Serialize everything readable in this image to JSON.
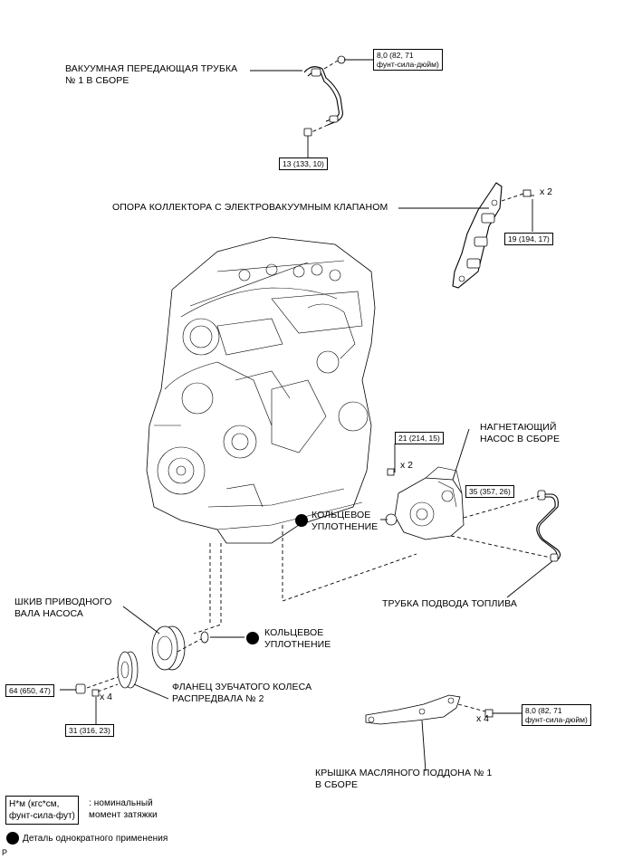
{
  "labels": {
    "vacuum_tube": [
      "ВАКУУМНАЯ ПЕРЕДАЮЩАЯ ТРУБКА",
      "№ 1 В СБОРЕ"
    ],
    "manifold_support": "ОПОРА КОЛЛЕКТОРА С ЭЛЕКТРОВАКУУМНЫМ КЛАПАНОМ",
    "pump": [
      "НАГНЕТАЮЩИЙ",
      "НАСОС В СБОРЕ"
    ],
    "oring_1": [
      "КОЛЬЦЕВОЕ",
      "УПЛОТНЕНИЕ"
    ],
    "fuel_pipe": "ТРУБКА ПОДВОДА ТОПЛИВА",
    "pulley": [
      "ШКИВ ПРИВОДНОГО",
      "ВАЛА НАСОСА"
    ],
    "oring_2": [
      "КОЛЬЦЕВОЕ",
      "УПЛОТНЕНИЕ"
    ],
    "flange": [
      "ФЛАНЕЦ ЗУБЧАТОГО КОЛЕСА",
      "РАСПРЕДВАЛА № 2"
    ],
    "oil_pan_cover": [
      "КРЫШКА МАСЛЯНОГО ПОДДОНА № 1",
      "В СБОРЕ"
    ]
  },
  "torques": {
    "t1": [
      "8,0 (82, 71",
      "фунт-сила-дюйм)"
    ],
    "t2": "13 (133, 10)",
    "t3": "19 (194, 17)",
    "t4": "21 (214, 15)",
    "t5": "35 (357, 26)",
    "t6": "64 (650, 47)",
    "t7": "31 (316, 23)",
    "t8": [
      "8,0 (82, 71",
      "фунт-сила-дюйм)"
    ]
  },
  "multipliers": {
    "m1": "x 2",
    "m2": "x 2",
    "m3": "x 4",
    "m4": "x 4"
  },
  "legend": {
    "unit_box": [
      "Н*м (кгс*см,",
      "фунт-сила-фут)"
    ],
    "unit_desc": [
      ": номинальный",
      "момент затяжки"
    ],
    "non_reusable": "Деталь однократного применения"
  },
  "corner_mark": "P"
}
